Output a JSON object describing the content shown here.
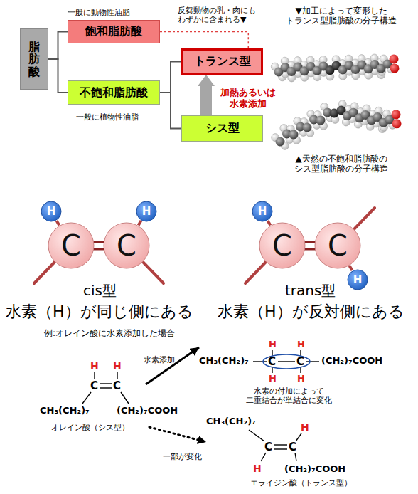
{
  "diagram": {
    "nodes": [
      {
        "text": [
          "脂肪酸"
        ]
      },
      {
        "text": [
          "飽和脂肪酸"
        ]
      },
      {
        "text": [
          "不飽和脂肪酸"
        ]
      },
      {
        "text": [
          "トランス型"
        ]
      },
      {
        "text": [
          "シス型"
        ]
      },
      {
        "text": [
          "C"
        ]
      },
      {
        "text": [
          "C"
        ]
      },
      {
        "text": [
          "H"
        ]
      },
      {
        "text": [
          "H"
        ]
      },
      {
        "text": [
          "C"
        ]
      },
      {
        "text": [
          "C"
        ]
      },
      {
        "text": [
          "H"
        ]
      },
      {
        "text": [
          "H"
        ]
      }
    ],
    "edges": [
      {
        "from": 0,
        "to": 1,
        "arrow": "none"
      },
      {
        "from": 0,
        "to": 2,
        "arrow": "none"
      },
      {
        "from": 2,
        "to": 3,
        "arrow": "none"
      },
      {
        "from": 2,
        "to": 4,
        "arrow": "none"
      },
      {
        "from": 1,
        "to": 3,
        "arrow": "none"
      },
      {
        "from": 4,
        "to": 3,
        "arrow": "to",
        "label": "加熱あるいは 水素添加"
      },
      {
        "from": 5,
        "to": 6,
        "arrow": "none"
      },
      {
        "from": 5,
        "to": 7,
        "arrow": "none"
      },
      {
        "from": 6,
        "to": 8,
        "arrow": "none"
      },
      {
        "from": 9,
        "to": 10,
        "arrow": "none"
      },
      {
        "from": 9,
        "to": 11,
        "arrow": "none"
      },
      {
        "from": 10,
        "to": 12,
        "arrow": "none"
      }
    ],
    "labels": [
      "一般に動物性油脂",
      "反芻動物の乳・肉にも わずかに含まれる▼",
      "▼加工によって変形した トランス型脂肪酸の分子構造",
      "一般に植物性油脂",
      "▲天然の不飽和脂肪酸の シス型脂肪酸の分子構造",
      "cis型",
      "水素（H）が同じ側にある",
      "trans型",
      "水素（H）が反対側にある",
      "例:オレイン酸に水素添加した場合",
      "H",
      "H",
      "C",
      "C",
      "CH₃(CH₂)₇",
      "(CH₂)₇COOH",
      "オレイン酸（シス型）",
      "水素添加",
      "H",
      "H",
      "CH₃(CH₂)₇",
      "C",
      "C",
      "(CH₂)₇COOH",
      "H",
      "H",
      "水素の付加によって 二重結合が単結合に変化",
      "一部が変化",
      "CH₃(CH₂)₇",
      "H",
      "C",
      "C",
      "H",
      "(CH₂)₇COOH",
      "エライジン酸（トランス型）"
    ]
  }
}
